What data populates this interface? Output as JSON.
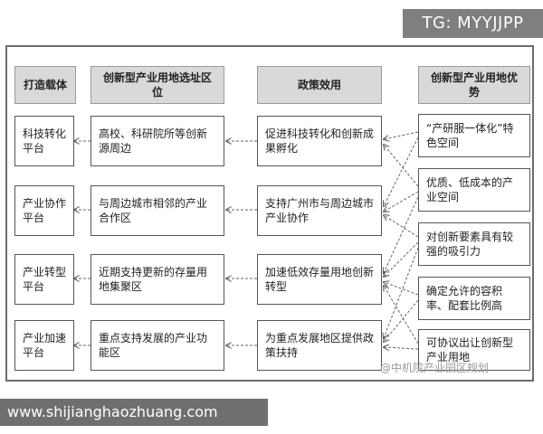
{
  "tag_label": "TG: MYYJJPP",
  "headers": {
    "carrier": "打造载体",
    "location": "创新型产业用地选址区位",
    "policy": "政策效用",
    "advantage": "创新型产业用地优势"
  },
  "carriers": [
    "科技转化平台",
    "产业协作平台",
    "产业转型平台",
    "产业加速平台"
  ],
  "locations": [
    "高校、科研院所等创新源周边",
    "与周边城市相邻的产业合作区",
    "近期支持更新的存量用地集聚区",
    "重点支持发展的产业功能区"
  ],
  "policies": [
    "促进科技转化和创新成果孵化",
    "支持广州市与周边城市产业协作",
    "加速低效存量用地创新转型",
    "为重点发展地区提供政策扶持"
  ],
  "advantages": [
    "“产研服一体化”特色空间",
    "优质、低成本的产业空间",
    "对创新要素具有较强的吸引力",
    "确定允许的容积率、配套比例高",
    "可协议出让创新型产业用地"
  ],
  "watermark": "@中机院产业园区规划",
  "footer_url": "www.shijianghaozhuang.com"
}
